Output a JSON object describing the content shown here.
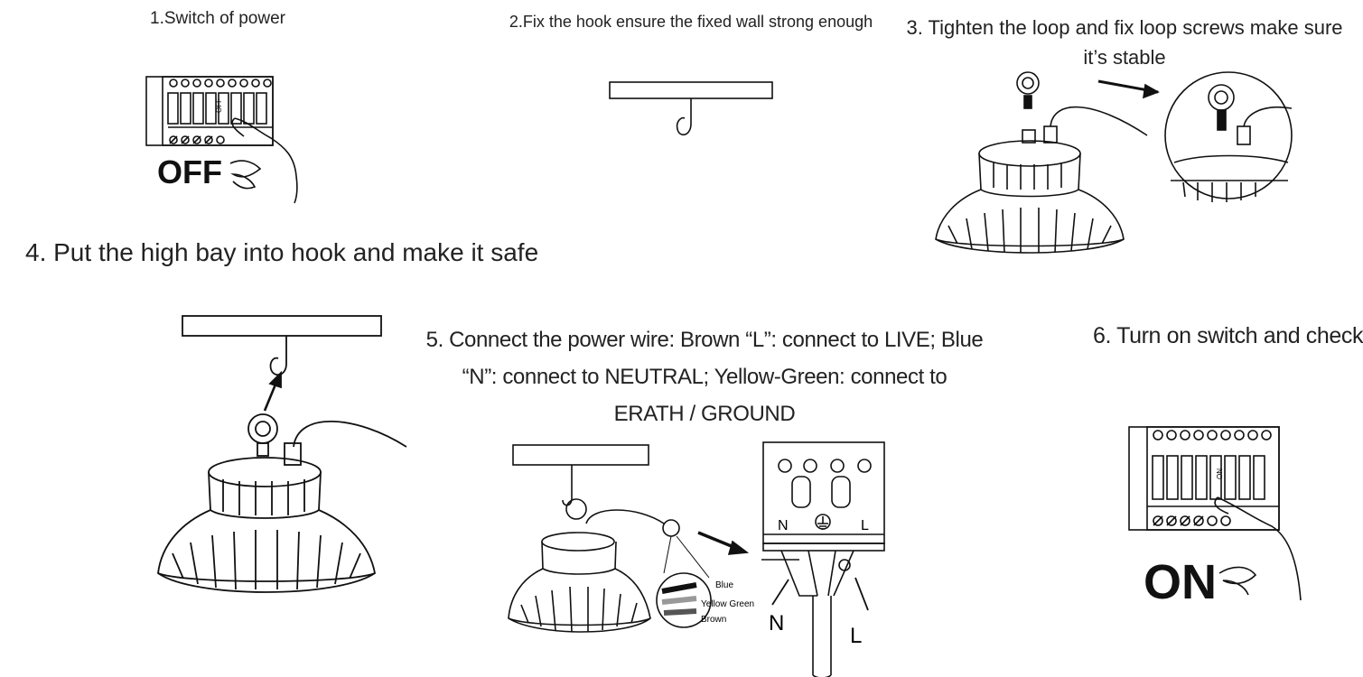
{
  "steps": {
    "step1": {
      "text": "1.Switch of power",
      "badge": "OFF",
      "switch_label": "OFF"
    },
    "step2": {
      "text": "2.Fix the hook ensure the fixed wall strong enough"
    },
    "step3": {
      "text": "3. Tighten the loop and fix loop screws make sure it’s stable"
    },
    "step4": {
      "text": "4. Put the high bay into hook and make it safe"
    },
    "step5": {
      "text": "5. Connect the power wire: Brown “L”: connect to LIVE; Blue “N”: connect to NEUTRAL; Yellow-Green: connect to ERATH / GROUND",
      "wire_labels": {
        "blue": "Blue",
        "yellow_green": "Yellow Green",
        "brown": "Brown"
      },
      "terminal_n": "N",
      "terminal_l": "L",
      "pointer_n": "N",
      "pointer_l": "L"
    },
    "step6": {
      "text": "6. Turn on switch and check",
      "badge": "ON",
      "switch_label": "ON"
    }
  }
}
